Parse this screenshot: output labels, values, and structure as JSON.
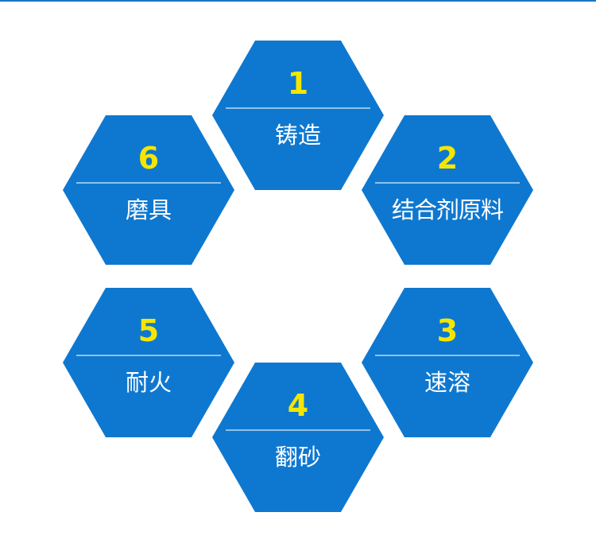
{
  "colors": {
    "hex_fill": "#0e78d0",
    "number": "#f4e600",
    "label": "#ffffff",
    "divider": "#8fc2ec",
    "top_rule": "#1677c9"
  },
  "hexagons": [
    {
      "number": "1",
      "label": "铸造"
    },
    {
      "number": "2",
      "label": "结合剂原料"
    },
    {
      "number": "3",
      "label": "速溶"
    },
    {
      "number": "4",
      "label": "翻砂"
    },
    {
      "number": "5",
      "label": "耐火"
    },
    {
      "number": "6",
      "label": "磨具"
    }
  ]
}
